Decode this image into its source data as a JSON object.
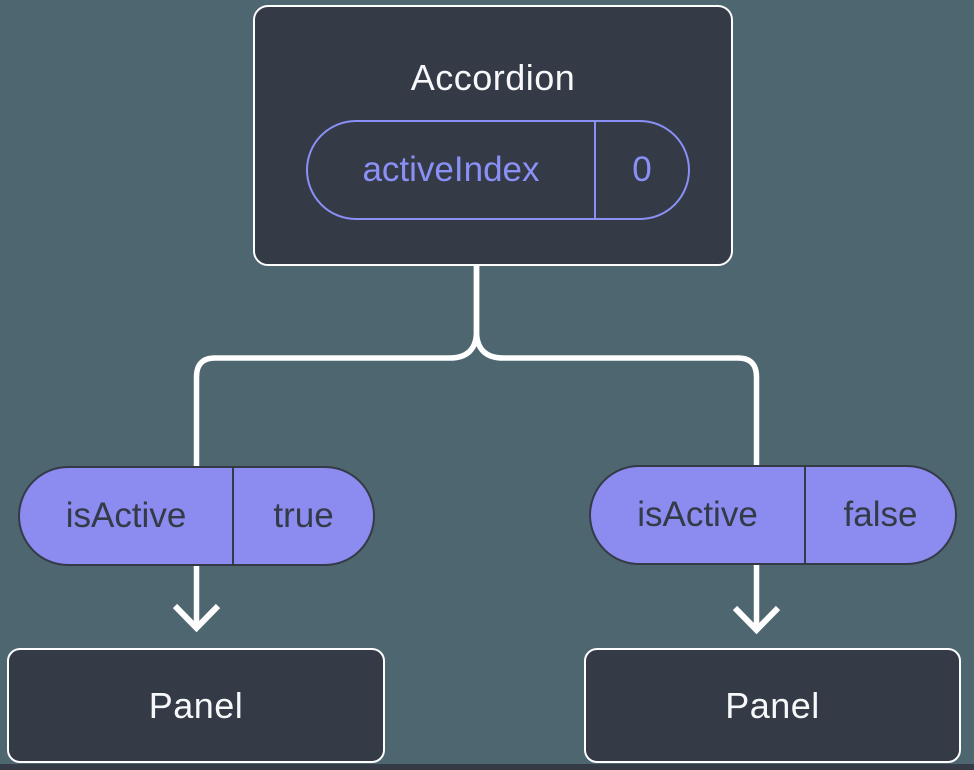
{
  "diagram": {
    "type": "component-tree",
    "root_node": {
      "label": "Accordion",
      "state": {
        "name": "activeIndex",
        "value": "0"
      }
    },
    "children": [
      {
        "prop": {
          "name": "isActive",
          "value": "true"
        },
        "node_label": "Panel"
      },
      {
        "prop": {
          "name": "isActive",
          "value": "false"
        },
        "node_label": "Panel"
      }
    ],
    "icons": {
      "left_arrow": "arrow-down-icon",
      "right_arrow": "arrow-down-icon"
    },
    "colors": {
      "background": "#4D6670",
      "node_fill": "#343A46",
      "node_border": "#FDFDFE",
      "node_text": "#F7F8FA",
      "state_outline": "#8A90F6",
      "prop_fill": "#8B8BF0",
      "prop_text": "#343A46",
      "connector": "#FFFFFF"
    }
  }
}
